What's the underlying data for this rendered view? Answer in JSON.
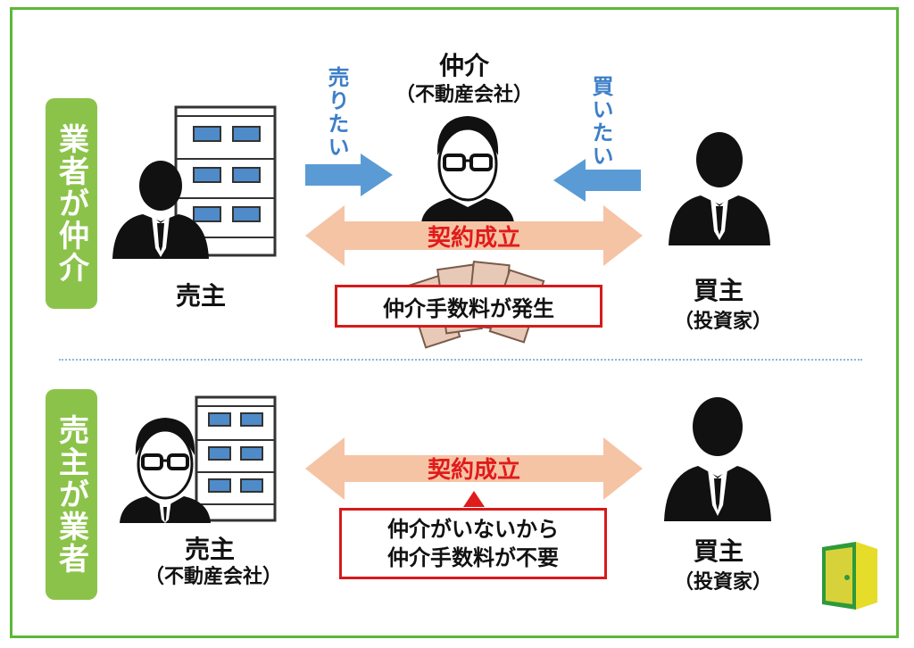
{
  "top": {
    "side_tag": "業者が仲介",
    "seller": "売主",
    "agent_title": "仲介",
    "agent_sub": "（不動産会社）",
    "sell_arrow": "売りたい",
    "buy_arrow": "買いたい",
    "contract": "契約成立",
    "fee_box": "仲介手数料が発生",
    "buyer": "買主",
    "buyer_sub": "（投資家）"
  },
  "bottom": {
    "side_tag": "売主が業者",
    "seller": "売主",
    "seller_sub": "（不動産会社）",
    "contract": "契約成立",
    "note_line1": "仲介がいないから",
    "note_line2": "仲介手数料が不要",
    "buyer": "買主",
    "buyer_sub": "（投資家）"
  },
  "colors": {
    "frame": "#5cb83a",
    "tag": "#8bc34a",
    "blue_arrow": "#5b9bd5",
    "pink_arrow": "#f5c4a5",
    "red": "#e01b1b"
  },
  "icons": [
    "building-icon",
    "person-icon",
    "agent-person-icon",
    "money-icon",
    "logo-icon"
  ]
}
